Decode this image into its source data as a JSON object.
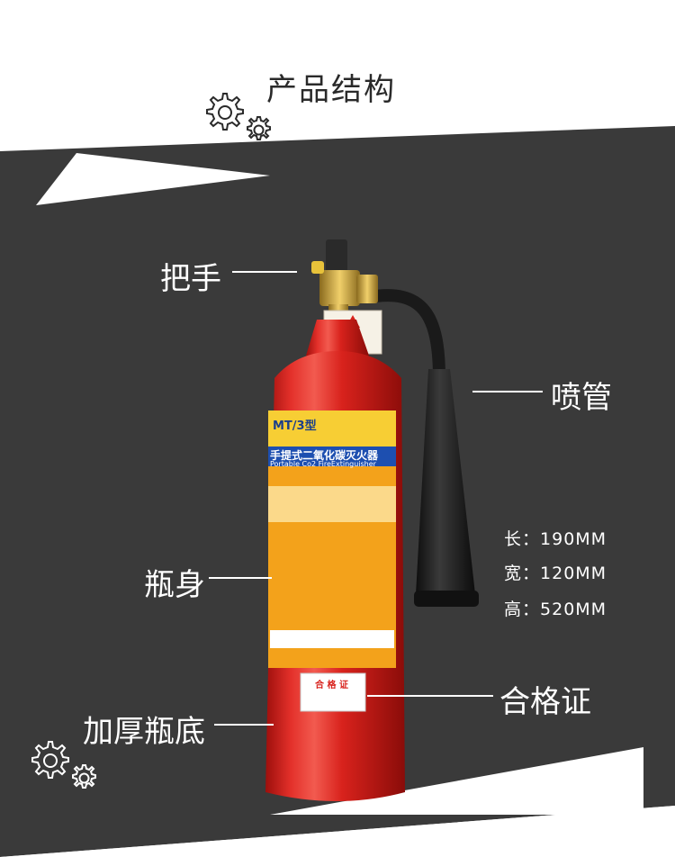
{
  "title": "产品结构",
  "labels": {
    "handle": "把手",
    "nozzle": "喷管",
    "body": "瓶身",
    "base": "加厚瓶底",
    "certificate": "合格证"
  },
  "dimensions": [
    {
      "key": "长：",
      "value": "190MM"
    },
    {
      "key": "宽：",
      "value": "120MM"
    },
    {
      "key": "高：",
      "value": "520MM"
    }
  ],
  "product_label": {
    "model": "MT/3型",
    "name_cn": "手提式二氧化碳灭火器",
    "name_en": "Portable Co2 FireExtinguisher",
    "certificate_title": "合 格 证"
  },
  "colors": {
    "band": "#3a3a3a",
    "cylinder": "#d8221c",
    "label_yellow": "#f3a21b",
    "hose": "#1c1c1c",
    "brass": "#c9a13a"
  },
  "icons": [
    "gear-icon-top",
    "gear-icon-bottom"
  ]
}
